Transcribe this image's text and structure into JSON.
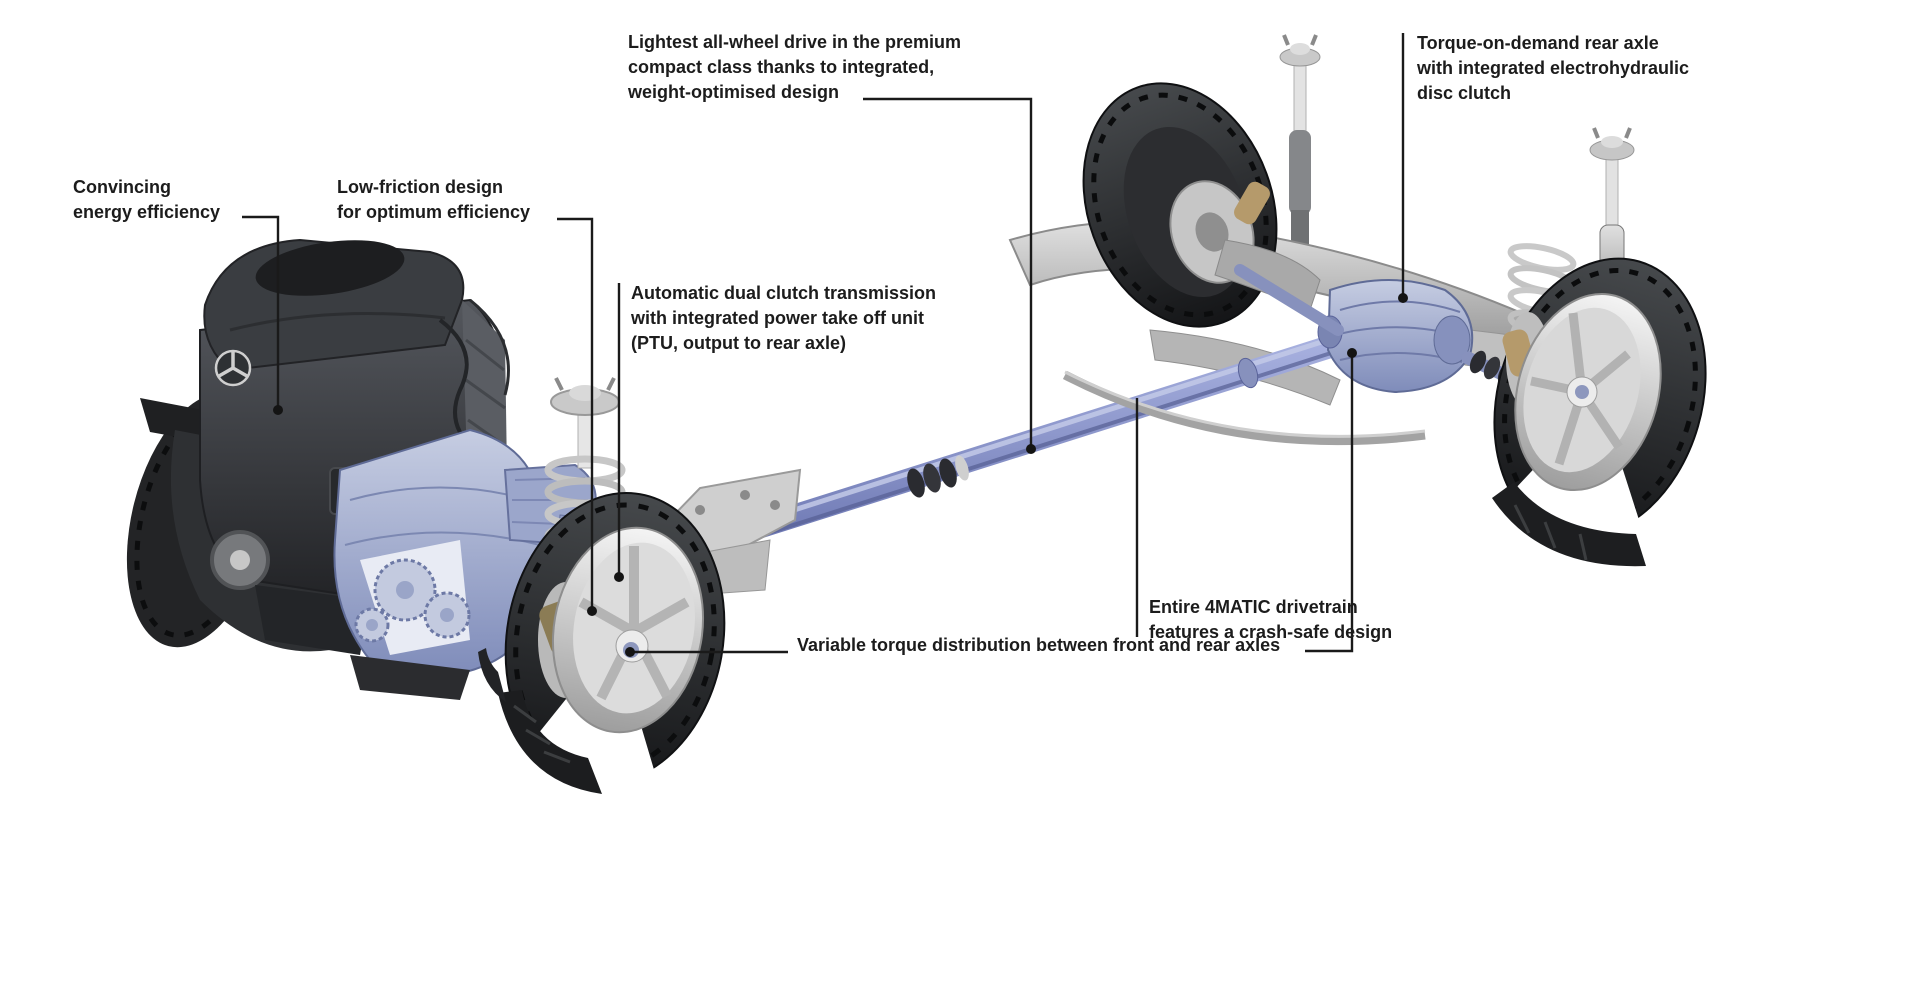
{
  "callouts": {
    "lightest": {
      "lines": [
        "Lightest all-wheel drive in the premium",
        "compact class thanks to integrated,",
        "weight-optimised design"
      ]
    },
    "torque_on_demand": {
      "lines": [
        "Torque-on-demand rear axle",
        "with integrated electrohydraulic",
        "disc clutch"
      ]
    },
    "energy_efficiency": {
      "lines": [
        "Convincing",
        "energy efficiency"
      ]
    },
    "low_friction": {
      "lines": [
        "Low-friction design",
        "for optimum efficiency"
      ]
    },
    "dual_clutch": {
      "lines": [
        "Automatic dual clutch transmission",
        "with integrated power take off unit",
        "(PTU, output to rear axle)"
      ]
    },
    "crash_safe": {
      "lines": [
        "Entire 4MATIC drivetrain",
        "features a crash-safe design"
      ]
    },
    "torque_distribution": {
      "lines": [
        "Variable torque distribution between front and rear axles"
      ]
    }
  },
  "colors": {
    "background": "#ffffff",
    "text": "#1c1c1c",
    "leader_line": "#1a1a1a",
    "propshaft_blue": "#8791bd",
    "transmission_blue": "#97a3c9",
    "metal_gray": "#b5b5b5",
    "engine_dark": "#2e3033",
    "tire_black": "#1a1b1d",
    "brake_caliper_gold": "#b59a6b"
  },
  "brand": {
    "emblem": "mercedes-three-pointed-star"
  }
}
